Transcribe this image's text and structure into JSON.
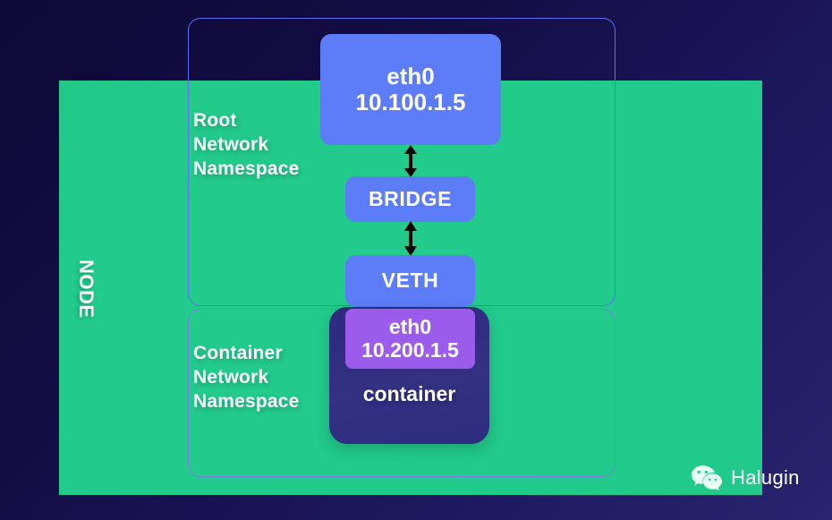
{
  "diagram": {
    "node_label": "NODE",
    "namespaces": [
      {
        "id": "root",
        "title": "Root\nNetwork\nNamespace"
      },
      {
        "id": "container",
        "title": "Container\nNetwork\nNamespace"
      }
    ],
    "boxes": [
      {
        "id": "eth0-root",
        "label": "eth0\n10.100.1.5",
        "color": "#5d7cf8"
      },
      {
        "id": "bridge",
        "label": "BRIDGE",
        "color": "#5d7cf8"
      },
      {
        "id": "veth",
        "label": "VETH",
        "color": "#5d7cf8"
      },
      {
        "id": "eth0-container",
        "label": "eth0\n10.200.1.5",
        "color": "#9c5ceb"
      },
      {
        "id": "container",
        "label": "container",
        "color": "#2e2c7e"
      }
    ],
    "connections": [
      {
        "from": "eth0-root",
        "to": "bridge",
        "style": "double-arrow"
      },
      {
        "from": "bridge",
        "to": "veth",
        "style": "double-arrow"
      }
    ],
    "colors": {
      "background": "#130d45",
      "node_panel": "#22cb8c",
      "namespace_border": "#5c6ef2",
      "blue_box": "#5d7cf8",
      "purple_box": "#9c5ceb",
      "container_box": "#2e2c7e",
      "arrow": "#000000",
      "text": "#ffffff"
    }
  },
  "watermark": {
    "icon": "wechat-icon",
    "text": "Halugin"
  }
}
